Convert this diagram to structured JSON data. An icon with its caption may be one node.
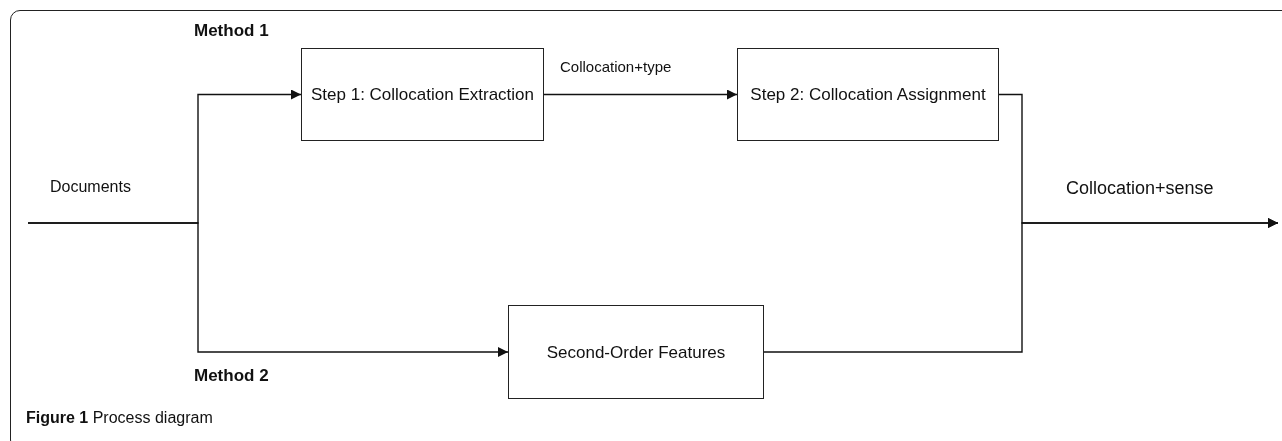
{
  "diagram": {
    "caption": "**Figure 1** Process diagram",
    "nodes": [
      {
        "text": [
          "Step 1: Collocation Extraction"
        ]
      },
      {
        "text": [
          "Step 2: Collocation Assignment"
        ]
      },
      {
        "text": [
          "Second-Order Features"
        ]
      }
    ],
    "edges": [
      {
        "from": null,
        "to": 0,
        "arrow": "to"
      },
      {
        "from": null,
        "to": 2,
        "arrow": "to"
      },
      {
        "from": 0,
        "to": 1,
        "arrow": "to",
        "label": "Collocation+type"
      },
      {
        "from": 1,
        "to": null,
        "arrow": "to"
      },
      {
        "from": 2,
        "to": null,
        "arrow": "to"
      }
    ],
    "labels": [
      "Method 1",
      "Documents",
      "Collocation+sense",
      "Method 2"
    ]
  }
}
